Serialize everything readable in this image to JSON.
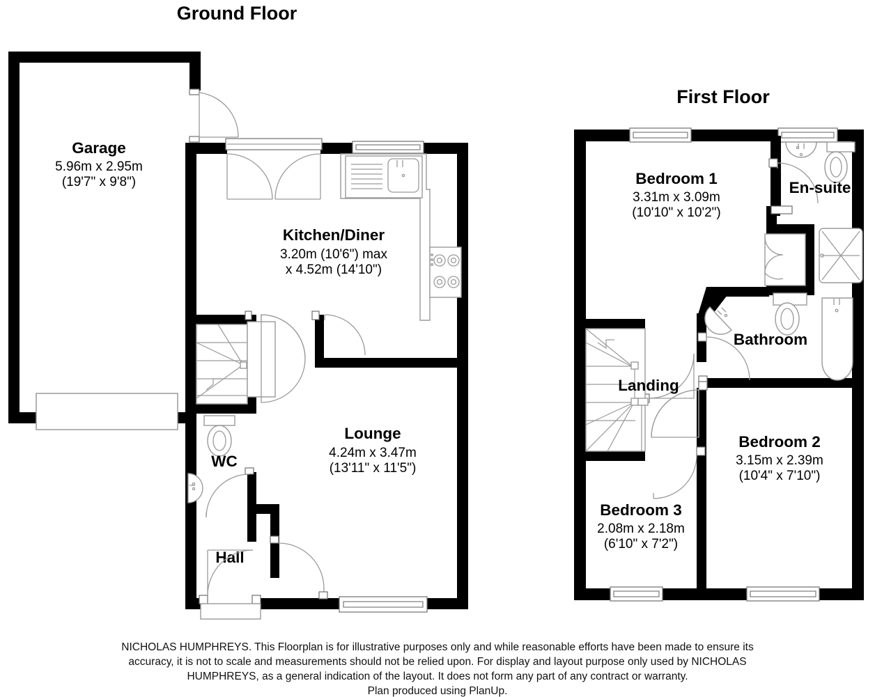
{
  "floors": [
    {
      "id": "ground",
      "title": "Ground Floor",
      "rooms": [
        {
          "id": "garage",
          "name": "Garage",
          "dim_metric": "5.96m x 2.95m",
          "dim_imperial": "(19'7\" x 9'8\")"
        },
        {
          "id": "kitchen",
          "name": "Kitchen/Diner",
          "dim_metric": "3.20m (10'6\") max",
          "dim_imperial": "x 4.52m (14'10\")"
        },
        {
          "id": "lounge",
          "name": "Lounge",
          "dim_metric": "4.24m x 3.47m",
          "dim_imperial": "(13'11\" x 11'5\")"
        },
        {
          "id": "wc",
          "name": "WC",
          "dim_metric": "",
          "dim_imperial": ""
        },
        {
          "id": "hall",
          "name": "Hall",
          "dim_metric": "",
          "dim_imperial": ""
        }
      ]
    },
    {
      "id": "first",
      "title": "First Floor",
      "rooms": [
        {
          "id": "bedroom1",
          "name": "Bedroom 1",
          "dim_metric": "3.31m x 3.09m",
          "dim_imperial": "(10'10\" x 10'2\")"
        },
        {
          "id": "ensuite",
          "name": "En-suite",
          "dim_metric": "",
          "dim_imperial": ""
        },
        {
          "id": "bathroom",
          "name": "Bathroom",
          "dim_metric": "",
          "dim_imperial": ""
        },
        {
          "id": "landing",
          "name": "Landing",
          "dim_metric": "",
          "dim_imperial": ""
        },
        {
          "id": "bedroom2",
          "name": "Bedroom 2",
          "dim_metric": "3.15m x 2.39m",
          "dim_imperial": "(10'4\" x 7'10\")"
        },
        {
          "id": "bedroom3",
          "name": "Bedroom 3",
          "dim_metric": "2.08m x 2.18m",
          "dim_imperial": "(6'10\" x 7'2\")"
        }
      ]
    }
  ],
  "disclaimer": {
    "line1": "NICHOLAS HUMPHREYS. This Floorplan is for illustrative purposes only and while reasonable efforts have been made to ensure its",
    "line2": "accuracy, it is not to scale and measurements should not be relied upon. For display and layout purpose only used by NICHOLAS",
    "line3": "HUMPHREYS, as a general indication of the layout. It does not form any part of any contract or warranty.",
    "line4": "Plan produced using PlanUp."
  },
  "colors": {
    "wall": "#000000",
    "fixture_stroke": "#9a9a9a",
    "background": "#ffffff",
    "text": "#000000"
  }
}
